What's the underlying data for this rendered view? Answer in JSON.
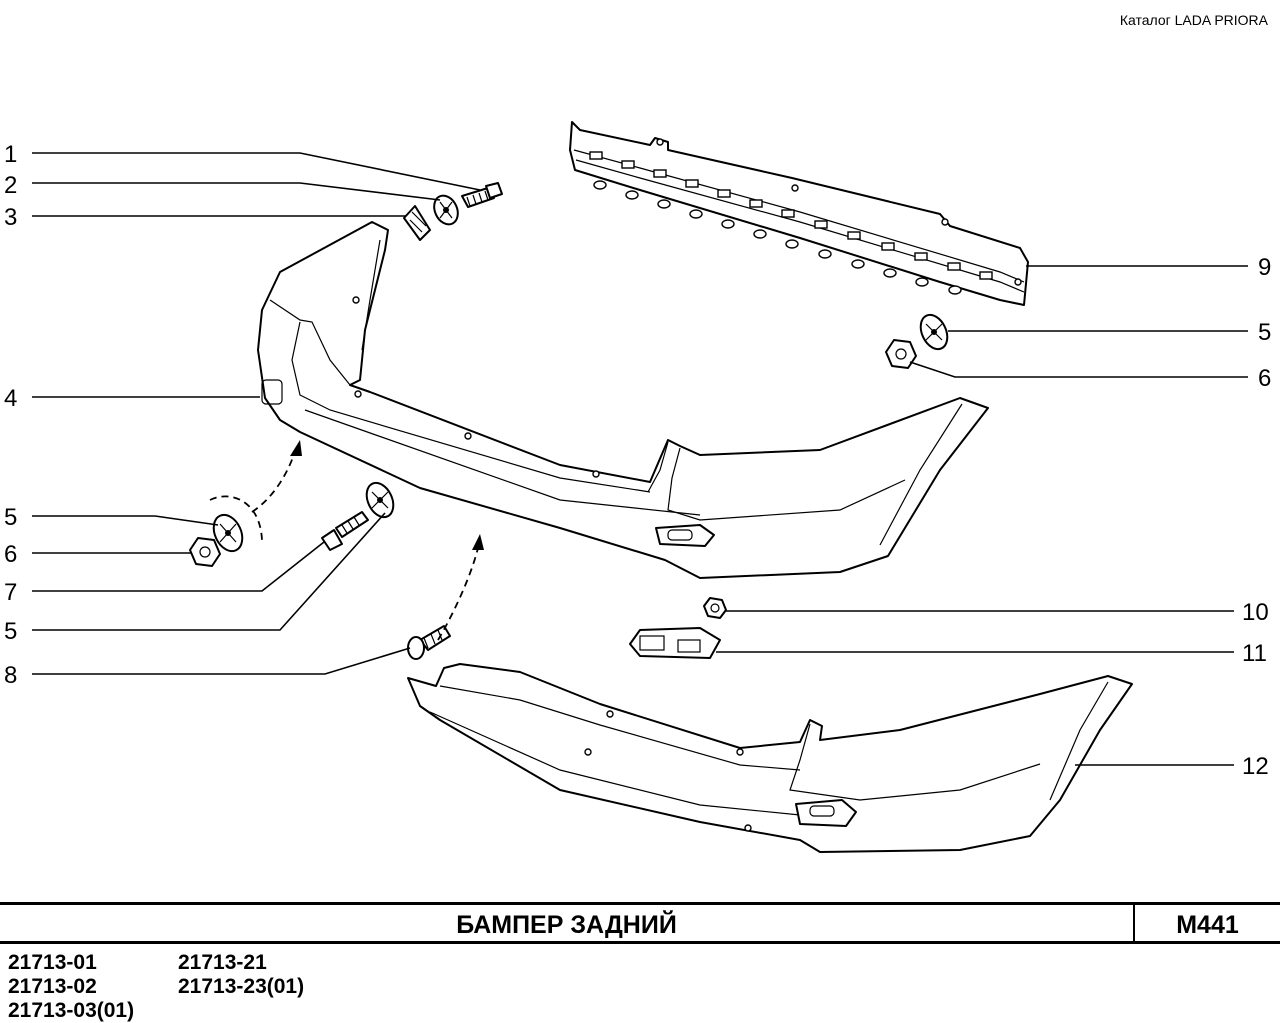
{
  "header": {
    "catalog": "Каталог  LADA  PRIORA"
  },
  "title": {
    "name": "БАМПЕР   ЗАДНИЙ",
    "code": "М441"
  },
  "models": {
    "col1": [
      "21713-01",
      "21713-02",
      "21713-03(01)"
    ],
    "col2": [
      "21713-21",
      "21713-23(01)"
    ]
  },
  "callouts": {
    "c1": "1",
    "c2": "2",
    "c3": "3",
    "c4": "4",
    "c5a": "5",
    "c6a": "6",
    "c7": "7",
    "c5b": "5",
    "c8": "8",
    "c9": "9",
    "c5c": "5",
    "c6b": "6",
    "c10": "10",
    "c11": "11",
    "c12": "12"
  }
}
